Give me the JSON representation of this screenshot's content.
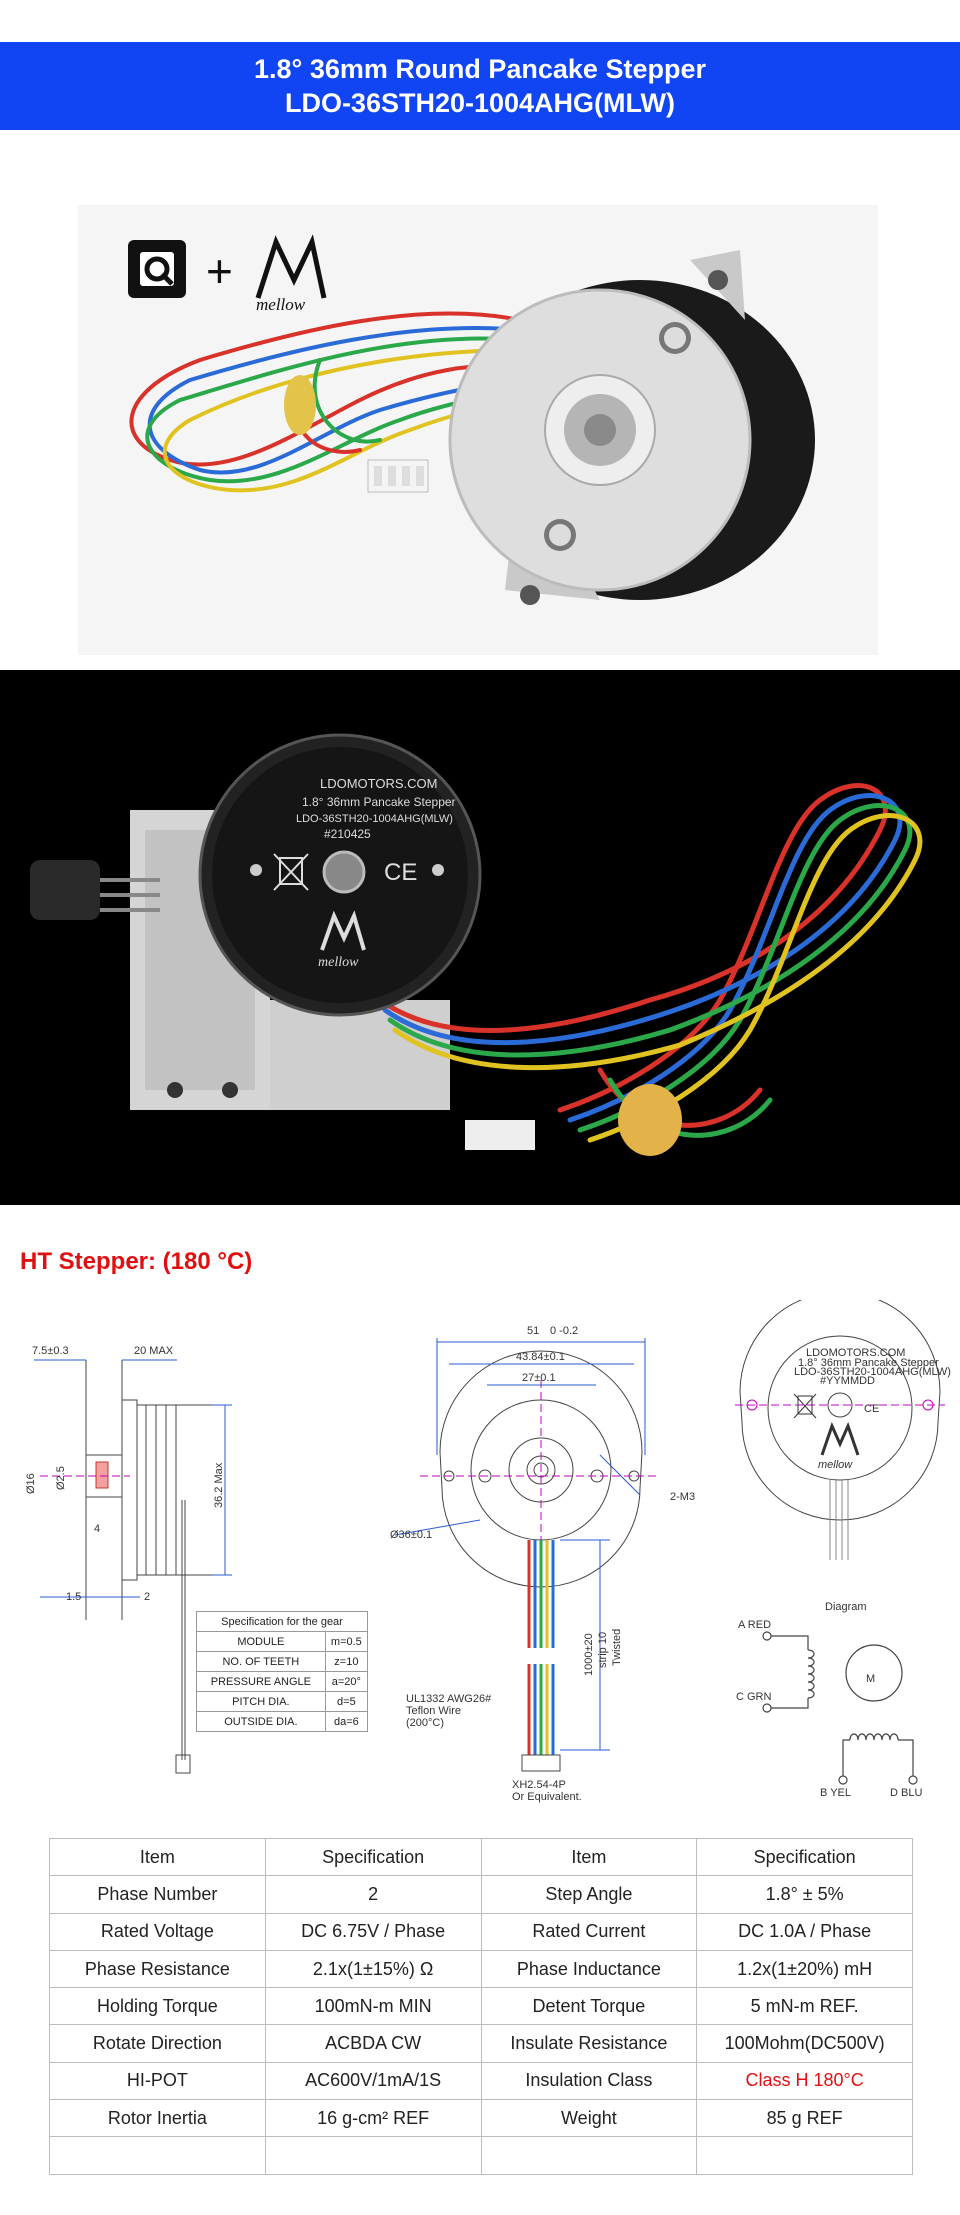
{
  "header": {
    "line1": "1.8° 36mm Round Pancake Stepper",
    "line2": "LDO-36STH20-1004AHG(MLW)"
  },
  "photo1": {
    "plus": "+",
    "mellow_logo": "mellow"
  },
  "photo2": {
    "label_brand": "LDOMOTORS.COM",
    "label_line1": "1.8° 36mm Pancake Stepper",
    "label_line2": "LDO-36STH20-1004AHG(MLW)",
    "label_line3": "#210425",
    "ce": "CE",
    "mellow_logo": "mellow"
  },
  "section_title": "HT Stepper: (180 °C)",
  "drawing": {
    "side": {
      "d_7_5": "7.5±0.3",
      "d_20max": "20 MAX",
      "d_16": "Ø16",
      "d_2_5": "Ø2.5",
      "d_4": "4",
      "d_36_2": "36.2 Max",
      "d_1_5": "1.5",
      "d_2": "2"
    },
    "gear_table": {
      "title": "Specification for the gear",
      "rows": [
        [
          "MODULE",
          "m=0.5"
        ],
        [
          "NO. OF TEETH",
          "z=10"
        ],
        [
          "PRESSURE ANGLE",
          "a=20°"
        ],
        [
          "PITCH DIA.",
          "d=5"
        ],
        [
          "OUTSIDE DIA.",
          "da=6"
        ]
      ]
    },
    "front": {
      "d_51": "51",
      "d_51_tol": "0\n-0.2",
      "d_43_84": "43.84±0.1",
      "d_27": "27±0.1",
      "d_2m3": "2-M3",
      "d_36": "Ø36±0.1",
      "wire_note1": "UL1332 AWG26#",
      "wire_note2": "Teflon Wire",
      "wire_note3": "(200°C)",
      "wire_len1": "1000±20",
      "wire_len2": "strip 10",
      "wire_len3": "Twisted",
      "connector1": "XH2.54-4P",
      "connector2": "Or Equivalent."
    },
    "back": {
      "brand": "LDOMOTORS.COM",
      "line1": "1.8° 36mm Pancake Stepper",
      "line2": "LDO-36STH20-1004AHG(MLW)",
      "line3": "#YYMMDD",
      "ce": "CE",
      "mellow": "mellow"
    },
    "diagram": {
      "title": "Diagram",
      "a": "A RED",
      "c": "C GRN",
      "b": "B YEL",
      "d": "D BLU",
      "m": "M"
    }
  },
  "spec_table": {
    "header": [
      "Item",
      "Specification",
      "Item",
      "Specification"
    ],
    "rows": [
      [
        "Phase Number",
        "2",
        "Step Angle",
        "1.8° ± 5%"
      ],
      [
        "Rated Voltage",
        "DC 6.75V / Phase",
        "Rated Current",
        "DC 1.0A / Phase"
      ],
      [
        "Phase Resistance",
        "2.1x(1±15%) Ω",
        "Phase Inductance",
        "1.2x(1±20%) mH"
      ],
      [
        "Holding Torque",
        "100mN-m MIN",
        "Detent Torque",
        "5 mN-m REF."
      ],
      [
        "Rotate Direction",
        "ACBDA CW",
        "Insulate Resistance",
        "100Mohm(DC500V)"
      ],
      [
        "HI-POT",
        "AC600V/1mA/1S",
        "Insulation Class",
        "Class H 180°C"
      ],
      [
        "Rotor Inertia",
        "16 g-cm² REF",
        "Weight",
        "85 g REF"
      ],
      [
        "",
        "",
        "",
        ""
      ]
    ],
    "highlight_color": "#e01010"
  }
}
